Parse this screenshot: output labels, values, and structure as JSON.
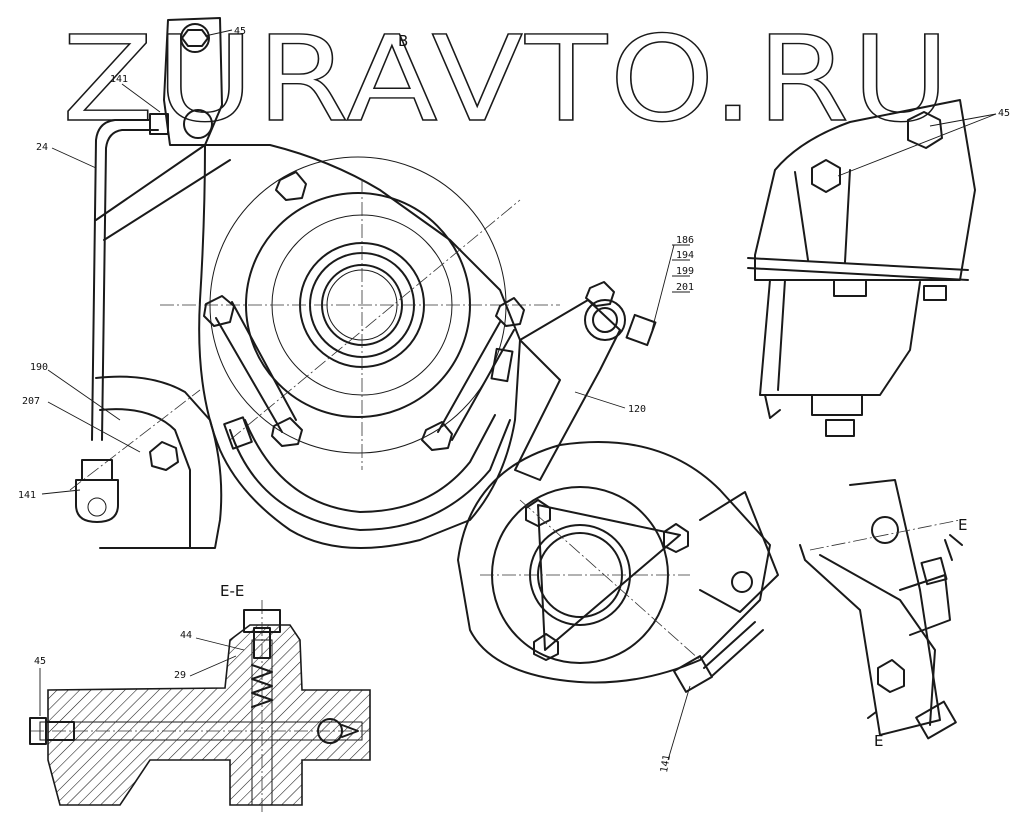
{
  "watermark": "ZURAVTO.RU",
  "view_letter": "B",
  "section_label": "E-E",
  "section_mark": "E",
  "callouts": {
    "c45_top": "45",
    "c45_right": "45",
    "c45_section": "45",
    "c141_top": "141",
    "c141_left": "141",
    "c141_bottom": "141",
    "c24": "24",
    "c190": "190",
    "c207": "207",
    "c120": "120",
    "c186": "186",
    "c194": "194",
    "c199": "199",
    "c201": "201",
    "c44": "44",
    "c29": "29"
  }
}
